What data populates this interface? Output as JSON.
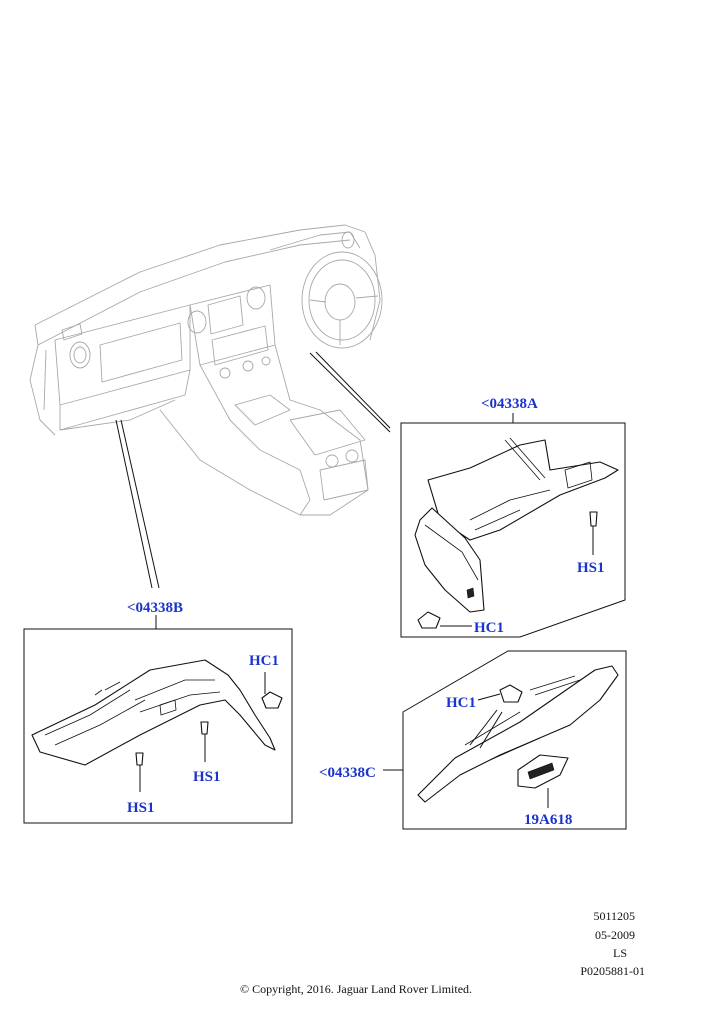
{
  "callouts": {
    "assembly_a": "<04338A",
    "assembly_b": "<04338B",
    "assembly_c": "<04338C",
    "a_hs1": "HS1",
    "a_hc1": "HC1",
    "b_hc1": "HC1",
    "b_hs1_right": "HS1",
    "b_hs1_left": "HS1",
    "c_hc1": "HC1",
    "c_latch": "19A618"
  },
  "reference_block": {
    "line1": "5011205",
    "line2": "05-2009",
    "line3": "LS",
    "line4": "P0205881-01"
  },
  "copyright": "© Copyright, 2016. Jaguar Land Rover Limited.",
  "colors": {
    "callout": "#1a33cc",
    "line_art": "#111111",
    "ghost_art": "#a8a8a8"
  }
}
